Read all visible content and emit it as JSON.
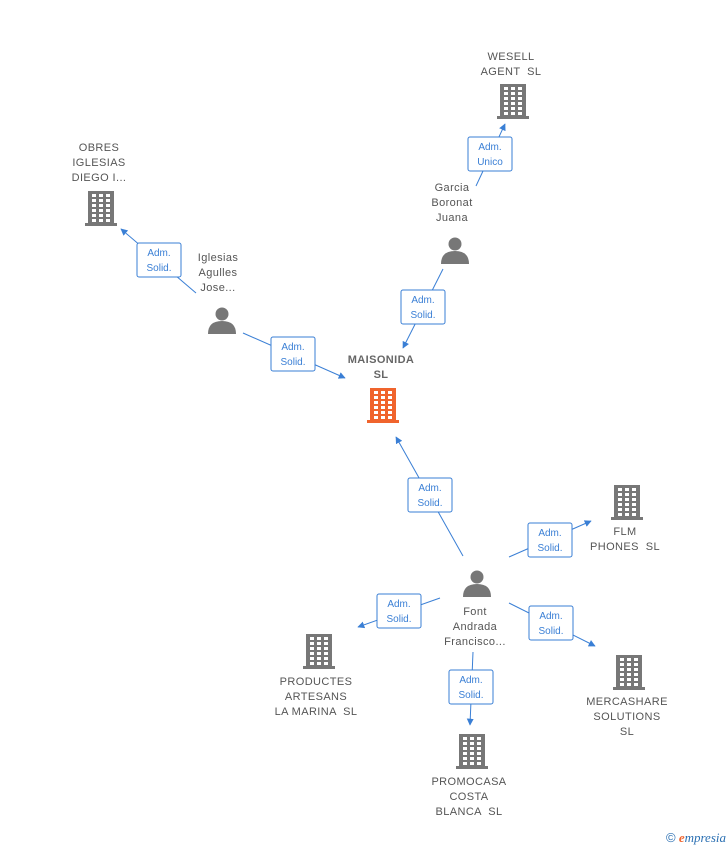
{
  "colors": {
    "edge": "#3a7fd5",
    "node": "#777777",
    "focus": "#f0642d"
  },
  "nodes": [
    {
      "id": "maisonida",
      "kind": "company",
      "focus": true,
      "lines": [
        "MAISONIDA",
        "SL"
      ]
    },
    {
      "id": "wesell",
      "kind": "company",
      "lines": [
        "WESELL",
        "AGENT  SL"
      ]
    },
    {
      "id": "garcia",
      "kind": "person",
      "lines": [
        "Garcia",
        "Boronat",
        "Juana"
      ]
    },
    {
      "id": "obres",
      "kind": "company",
      "lines": [
        "OBRES",
        "IGLESIAS",
        "DIEGO I..."
      ]
    },
    {
      "id": "iglesias",
      "kind": "person",
      "lines": [
        "Iglesias",
        "Agulles",
        "Jose..."
      ]
    },
    {
      "id": "font",
      "kind": "person",
      "lines": [
        "Font",
        "Andrada",
        "Francisco..."
      ]
    },
    {
      "id": "flm",
      "kind": "company",
      "lines": [
        "FLM",
        "PHONES  SL"
      ]
    },
    {
      "id": "productes",
      "kind": "company",
      "lines": [
        "PRODUCTES",
        "ARTESANS",
        "LA MARINA  SL"
      ]
    },
    {
      "id": "promocasa",
      "kind": "company",
      "lines": [
        "PROMOCASA",
        "COSTA",
        "BLANCA  SL"
      ]
    },
    {
      "id": "mercashare",
      "kind": "company",
      "lines": [
        "MERCASHARE",
        "SOLUTIONS",
        "SL"
      ]
    }
  ],
  "edges": [
    {
      "from": "garcia",
      "to": "wesell",
      "role": [
        "Adm.",
        "Unico"
      ]
    },
    {
      "from": "garcia",
      "to": "maisonida",
      "role": [
        "Adm.",
        "Solid."
      ]
    },
    {
      "from": "iglesias",
      "to": "obres",
      "role": [
        "Adm.",
        "Solid."
      ]
    },
    {
      "from": "iglesias",
      "to": "maisonida",
      "role": [
        "Adm.",
        "Solid."
      ]
    },
    {
      "from": "font",
      "to": "maisonida",
      "role": [
        "Adm.",
        "Solid."
      ]
    },
    {
      "from": "font",
      "to": "flm",
      "role": [
        "Adm.",
        "Solid."
      ]
    },
    {
      "from": "font",
      "to": "productes",
      "role": [
        "Adm.",
        "Solid."
      ]
    },
    {
      "from": "font",
      "to": "promocasa",
      "role": [
        "Adm.",
        "Solid."
      ]
    },
    {
      "from": "font",
      "to": "mercashare",
      "role": [
        "Adm.",
        "Solid."
      ]
    }
  ],
  "brand": {
    "copyright": "©",
    "initial": "e",
    "rest": "mpresia"
  }
}
